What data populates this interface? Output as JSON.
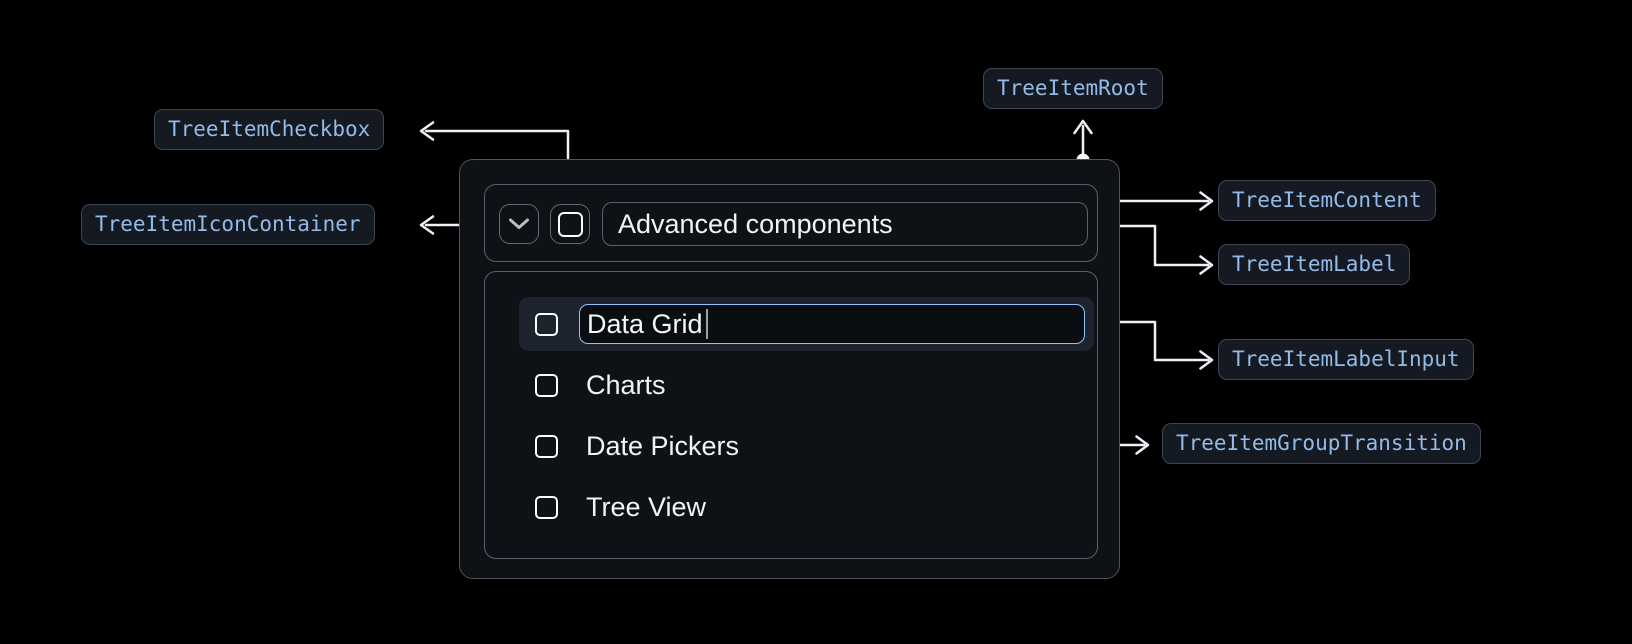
{
  "diagram": {
    "tags": [
      {
        "id": "checkbox",
        "label": "TreeItemCheckbox"
      },
      {
        "id": "icon-container",
        "label": "TreeItemIconContainer"
      },
      {
        "id": "root",
        "label": "TreeItemRoot"
      },
      {
        "id": "content",
        "label": "TreeItemContent"
      },
      {
        "id": "label",
        "label": "TreeItemLabel"
      },
      {
        "id": "label-input",
        "label": "TreeItemLabelInput"
      },
      {
        "id": "group-transition",
        "label": "TreeItemGroupTransition"
      }
    ],
    "colors": {
      "background": "#000000",
      "tag_text": "#93bae8",
      "tag_background": "#151a22",
      "tag_border": "#3c4654",
      "connector": "#edf2f8",
      "panel_border": "#4e555d",
      "input_accent": "#8ec3f9",
      "row_highlight": "#1e242e",
      "text": "#f1f3f5"
    }
  },
  "tree": {
    "parent_label": "Advanced components",
    "editing_item": {
      "value": "Data Grid"
    },
    "items": [
      {
        "label": "Charts"
      },
      {
        "label": "Date Pickers"
      },
      {
        "label": "Tree View"
      }
    ]
  }
}
